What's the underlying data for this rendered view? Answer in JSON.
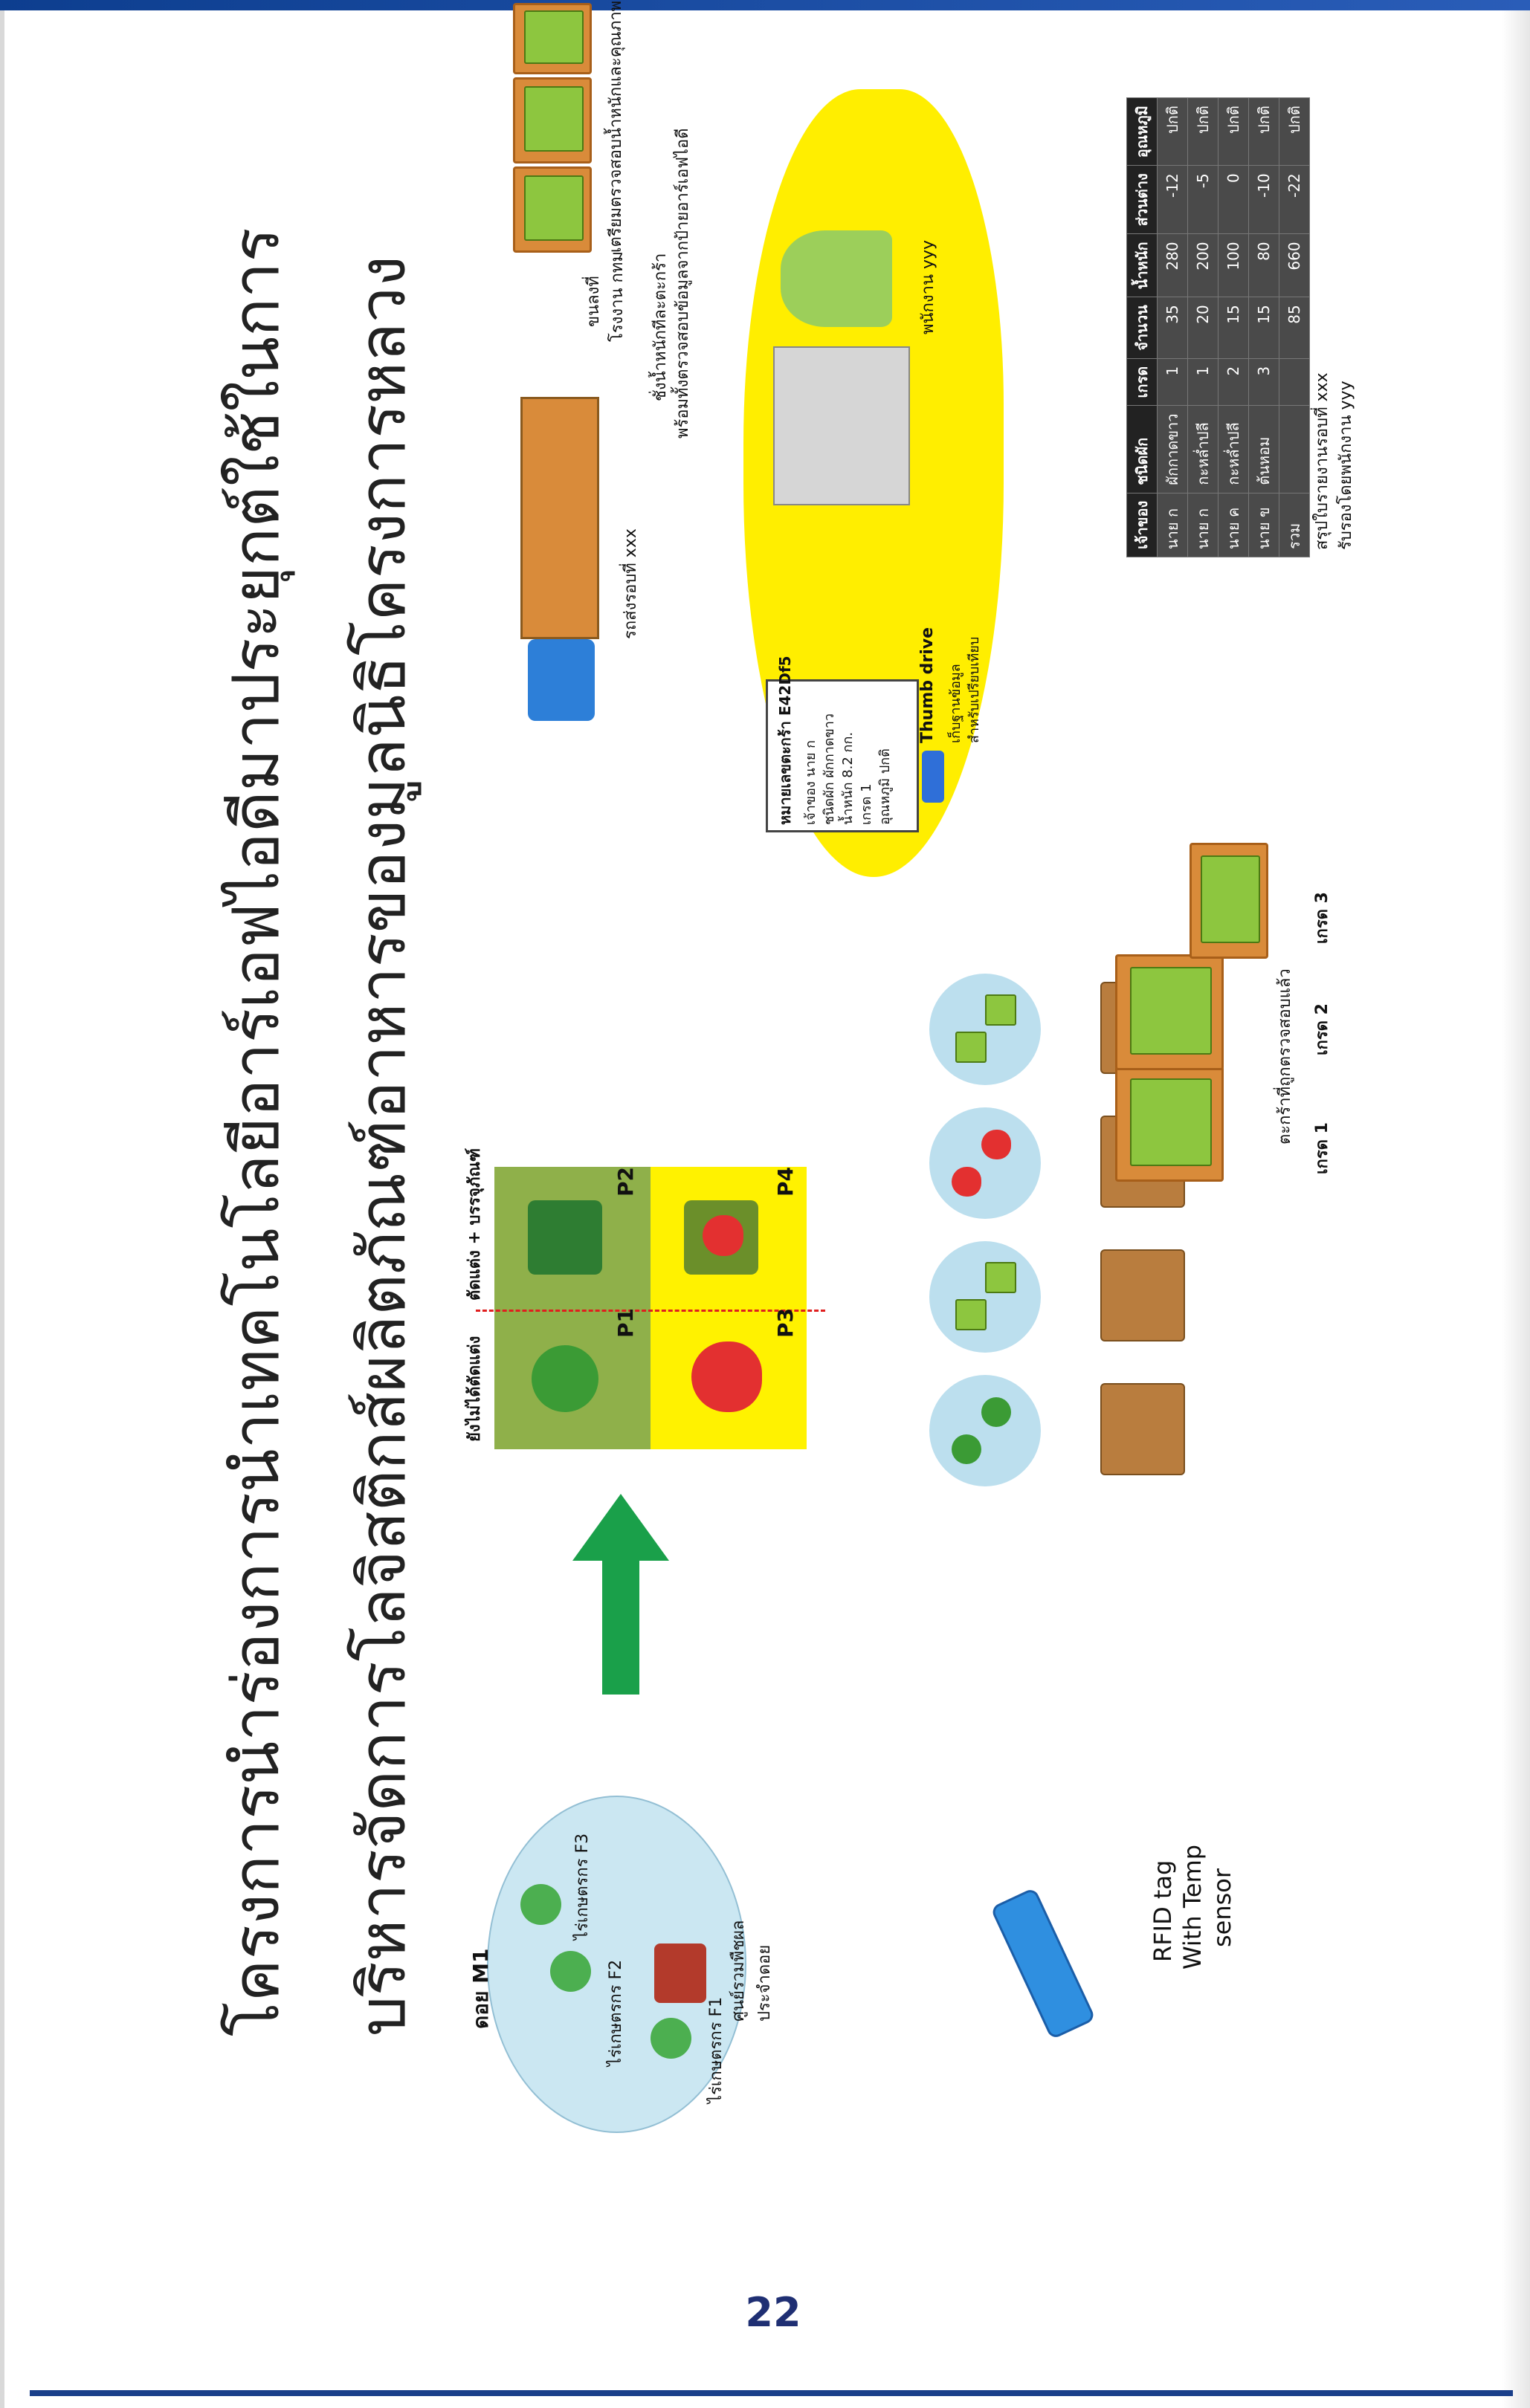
{
  "page_number": "22",
  "title_line1": "โครงการนำร่องการนำเทคโนโลยีอาร์เอฟไอดีมาประยุกต์ใช้ในการ",
  "title_line2": "บริหารจัดการโลจิสติกส์ผลิตภัณฑ์อาหารของมูลนิธิโครงการหลวง",
  "region": {
    "name": "ดอย M1",
    "farm_f1": "ไร่เกษตรกร F1",
    "farm_f2": "ไร่เกษตรกร F2",
    "farm_f3": "ไร่เกษตรกร F3",
    "center": "ศูนย์รวมพืชผล ประจำดอย"
  },
  "rfid": {
    "label_line1": "RFID tag",
    "label_line2": "With Temp",
    "label_line3": "sensor"
  },
  "products": {
    "col1_header": "ยังไม่ได้ตัดแต่ง",
    "col2_header": "ตัดแต่ง + บรรจุภัณฑ์",
    "p1": "P1",
    "p2": "P2",
    "p3": "P3",
    "p4": "P4"
  },
  "transport": {
    "truck_label": "รถส่งรอบที่ xxx",
    "arrive_label": "ขนลงที่",
    "arrive_label2": "โรงงาน กทม",
    "check_label": "เตรียมตรวจสอบน้ำหนักและคุณภาพเบื้องต้น",
    "weigh_label": "ชั่งน้ำหนักทีละตะกร้า",
    "weigh_label2": "พร้อมทั้งตรวจสอบข้อมูลจากป้ายอาร์เอฟไอดี",
    "worker_label": "พนักงาน yyy",
    "checked_label": "ตะกร้าที่ถูกตรวจสอบแล้ว"
  },
  "card": {
    "line1": "หมายเลขตะกร้า E42Df5",
    "line2": "เจ้าของ นาย ก",
    "line3": "ชนิดผัก ผักกาดขาว",
    "line4": "น้ำหนัก 8.2 กก.",
    "line5": "เกรด 1",
    "line6": "อุณหภูมิ ปกติ"
  },
  "thumb": {
    "title": "Thumb drive",
    "line1": "เก็บฐานข้อมูล",
    "line2": "สำหรับเปรียบเทียบ"
  },
  "grades": {
    "g1": "เกรด 1",
    "g2": "เกรด 2",
    "g3": "เกรด 3"
  },
  "summary": {
    "line1": "สรุปใบรายงานรอบที่ xxx",
    "line2": "รับรองโดยพนักงาน yyy"
  },
  "table": {
    "headers": [
      "เจ้าของ",
      "ชนิดผัก",
      "เกรด",
      "จำนวน",
      "น้ำหนัก",
      "ส่วนต่าง",
      "อุณหภูมิ"
    ],
    "rows": [
      [
        "นาย ก",
        "ผักกาดขาว",
        "1",
        "35",
        "280",
        "-12",
        "ปกติ"
      ],
      [
        "นาย ก",
        "กะหล่ำปลี",
        "1",
        "20",
        "200",
        "-5",
        "ปกติ"
      ],
      [
        "นาย ค",
        "กะหล่ำปลี",
        "2",
        "15",
        "100",
        "0",
        "ปกติ"
      ],
      [
        "นาย ข",
        "ต้นหอม",
        "3",
        "15",
        "80",
        "-10",
        "ปกติ"
      ]
    ],
    "total": [
      "รวม",
      "",
      "",
      "85",
      "660",
      "-22",
      "ปกติ"
    ]
  }
}
